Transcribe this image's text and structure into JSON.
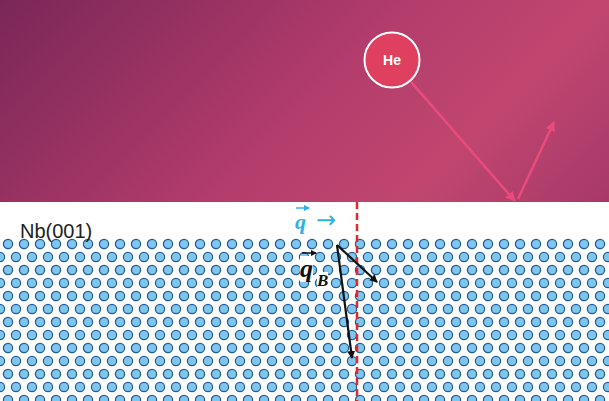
{
  "diagram": {
    "nodes": [
      {
        "text": [
          "He"
        ]
      },
      {
        "text": [
          "Nb(001)"
        ]
      }
    ],
    "edges": [
      {
        "from": 0,
        "to": 1,
        "arrow": "to"
      }
    ],
    "labels": [
      "q",
      "→",
      "q",
      "B"
    ]
  }
}
